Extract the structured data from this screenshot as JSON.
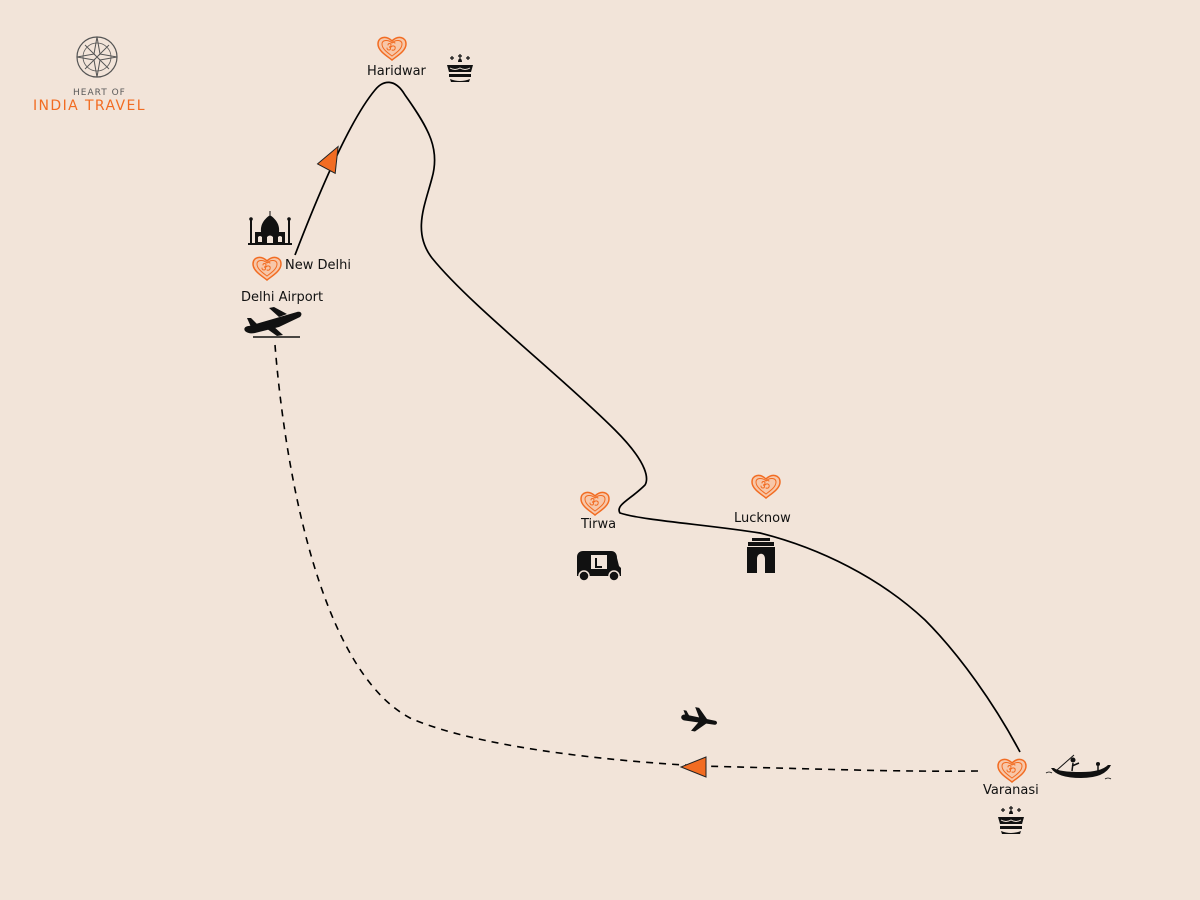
{
  "theme": {
    "background": "#f2e4d9",
    "accent": "#f26c22",
    "route": "#000000",
    "icon": "#111111"
  },
  "brand": {
    "line1": "HEART OF",
    "line2": "INDIA TRAVEL",
    "logo_icon": "compass-rose-icon"
  },
  "places": {
    "haridwar": "Haridwar",
    "new_delhi": "New Delhi",
    "delhi_airport": "Delhi Airport",
    "tirwa": "Tirwa",
    "lucknow": "Lucknow",
    "varanasi": "Varanasi"
  },
  "markers": {
    "stop_icon": "om-heart-icon",
    "direction_icon": "orange-direction-arrow-icon"
  },
  "route": {
    "overland": "solid-line",
    "flight": "dashed-line"
  },
  "icons": {
    "haridwar": "diya-lamp-icon",
    "new_delhi": "taj-mahal-icon",
    "delhi_airport": "airplane-takeoff-icon",
    "tirwa": "auto-rickshaw-icon",
    "lucknow": "gateway-arch-icon",
    "varanasi_boat": "rowing-boat-icon",
    "varanasi_lamp": "diya-lamp-icon",
    "flight": "airplane-icon"
  }
}
